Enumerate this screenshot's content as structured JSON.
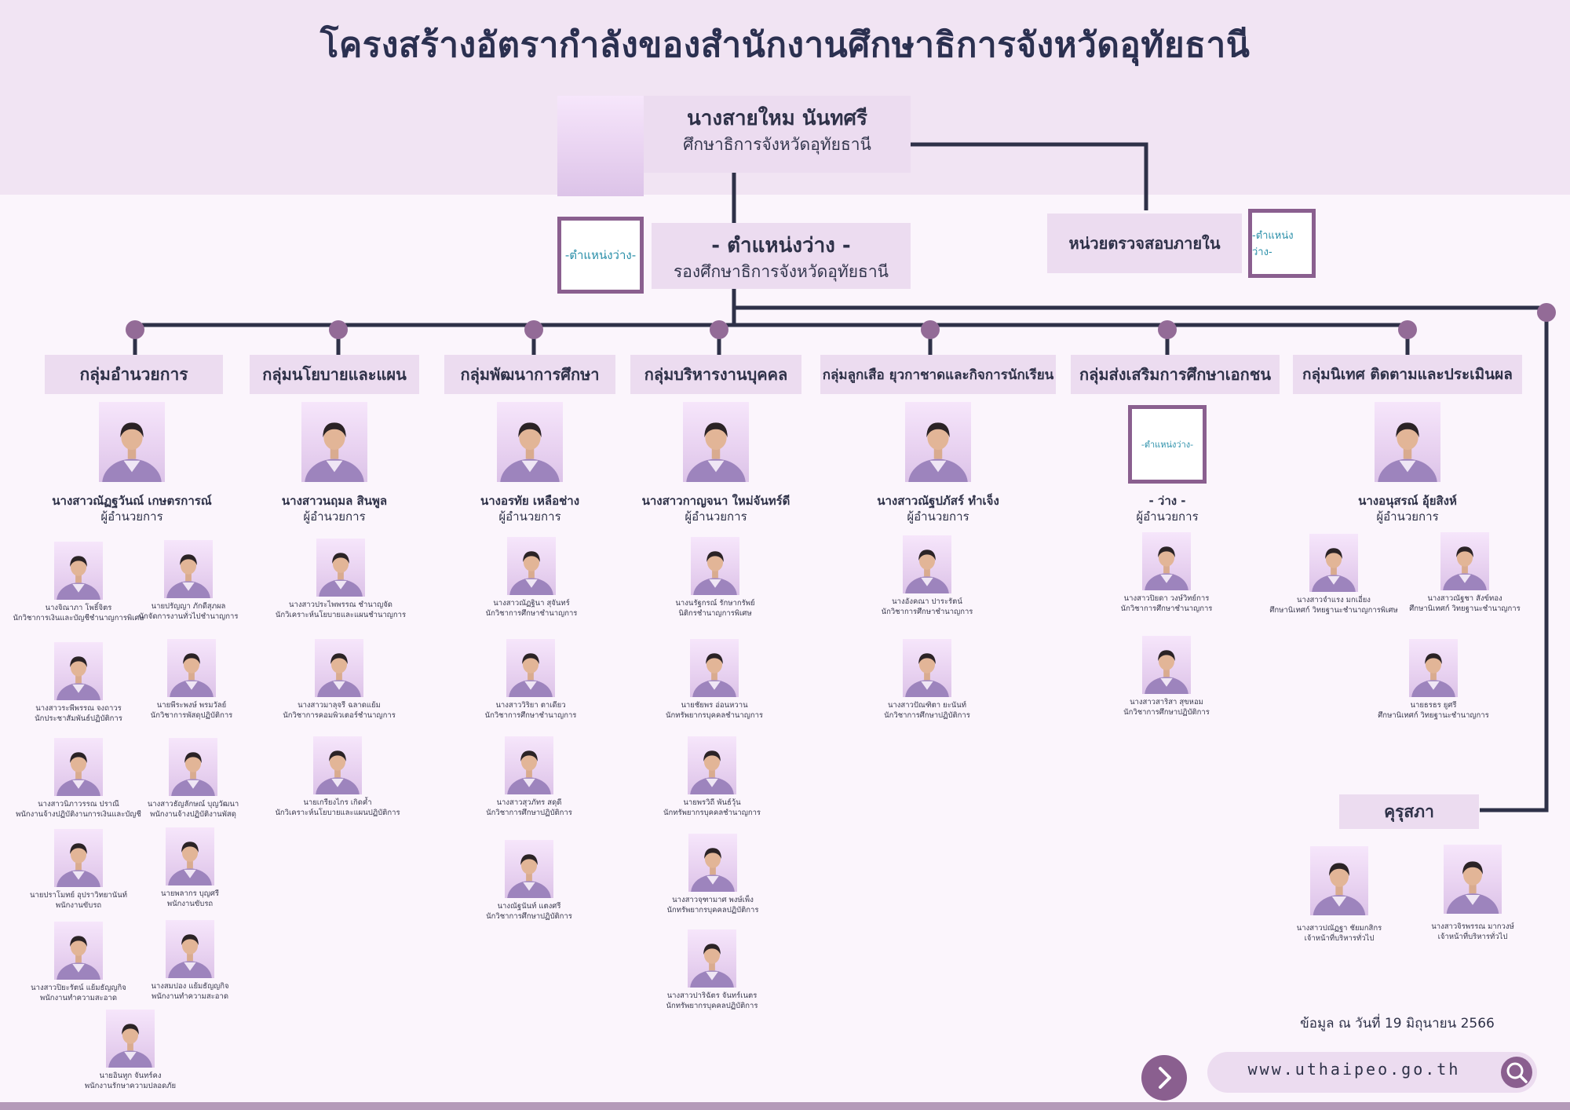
{
  "title": "โครงสร้างอัตรากำลังของสำนักงานศึกษาธิการจังหวัดอุทัยธานี",
  "head": {
    "name": "นางสายใหม นันทศรี",
    "title": "ศึกษาธิการจังหวัดอุทัยธานี"
  },
  "deputy": {
    "name": "- ตำแหน่งว่าง -",
    "title": "รองศึกษาธิการจังหวัดอุทัยธานี",
    "vacant_label": "-ตำแหน่งว่าง-"
  },
  "audit": {
    "label": "หน่วยตรวจสอบภายใน",
    "vacant_label": "-ตำแหน่งว่าง-"
  },
  "groups": [
    {
      "label": "กลุ่มอำนวยการ",
      "leader_name": "นางสาวณัฏฐวันณ์ เกษตรการณ์",
      "leader_role": "ผู้อำนวยการ",
      "staff": [
        {
          "name": "นางจิณาภา โพธิ์จิตร",
          "role": "นักวิชาการเงินและบัญชีชำนาญการพิเศษ"
        },
        {
          "name": "นายปรัญญา ภักดีสุภผล",
          "role": "นักจัดการงานทั่วไปชำนาญการ"
        },
        {
          "name": "นางสาวระพีพรรณ จงถาวร",
          "role": "นักประชาสัมพันธ์ปฏิบัติการ"
        },
        {
          "name": "นายพีระพงษ์ พรมวัลย์",
          "role": "นักวิชาการพัสดุปฏิบัติการ"
        },
        {
          "name": "นางสาวนิภาวรรณ ปราณี",
          "role": "พนักงานจ้างปฏิบัติงานการเงินและบัญชี"
        },
        {
          "name": "นางสาวธัญลักษณ์ บุญวัฒนา",
          "role": "พนักงานจ้างปฏิบัติงานพัสดุ"
        },
        {
          "name": "นายปราโมทย์ อุปราวิทยานันท์",
          "role": "พนักงานขับรถ"
        },
        {
          "name": "นายพลากร บุญศรี",
          "role": "พนักงานขับรถ"
        },
        {
          "name": "นางสาวปิยะรัตน์ แย้มธัญญกิจ",
          "role": "พนักงานทำความสะอาด"
        },
        {
          "name": "นางสมปอง แย้มธัญญกิจ",
          "role": "พนักงานทำความสะอาด"
        },
        {
          "name": "นายอินทูก จันทร์คง",
          "role": "พนักงานรักษาความปลอดภัย"
        }
      ]
    },
    {
      "label": "กลุ่มนโยบายและแผน",
      "leader_name": "นางสาวนฤมล สินพูล",
      "leader_role": "ผู้อำนวยการ",
      "staff": [
        {
          "name": "นางสาวประไพพรรณ ชำนาญจัด",
          "role": "นักวิเคราะห์นโยบายและแผนชำนาญการ"
        },
        {
          "name": "นางสาวมาลุจรี ฉลาดแย้ม",
          "role": "นักวิชาการคอมพิวเตอร์ชำนาญการ"
        },
        {
          "name": "นายเกรียงไกร เกิดค้ำ",
          "role": "นักวิเคราะห์นโยบายและแผนปฏิบัติการ"
        }
      ]
    },
    {
      "label": "กลุ่มพัฒนาการศึกษา",
      "leader_name": "นางอรทัย เหลือช่าง",
      "leader_role": "ผู้อำนวยการ",
      "staff": [
        {
          "name": "นางสาวณัฏฐินา สุจันทร์",
          "role": "นักวิชาการศึกษาชำนาญการ"
        },
        {
          "name": "นางสาววิริยา ตาเดียว",
          "role": "นักวิชาการศึกษาชำนาญการ"
        },
        {
          "name": "นางสาวสุวภัทร สดุดี",
          "role": "นักวิชาการศึกษาปฏิบัติการ"
        },
        {
          "name": "นางณัฐนันท์ แตงศรี",
          "role": "นักวิชาการศึกษาปฏิบัติการ"
        }
      ]
    },
    {
      "label": "กลุ่มบริหารงานบุคคล",
      "leader_name": "นางสาวกาญจนา ใหม่จันทร์ดี",
      "leader_role": "ผู้อำนวยการ",
      "staff": [
        {
          "name": "นางนรัฐกรณ์ รักษากรัพย์",
          "role": "นิติกรชำนาญการพิเศษ"
        },
        {
          "name": "นายชัยพร อ่อนหวาน",
          "role": "นักทรัพยากรบุคคลชำนาญการ"
        },
        {
          "name": "นายพรวิถี พันธ์วุ้น",
          "role": "นักทรัพยากรบุคคลชำนาญการ"
        },
        {
          "name": "นางสาวจุฑามาศ พงษ์เพ็ง",
          "role": "นักทรัพยากรบุคคลปฏิบัติการ"
        },
        {
          "name": "นางสาวปาริฉัตร จันทร์เนตร",
          "role": "นักทรัพยากรบุคคลปฏิบัติการ"
        }
      ]
    },
    {
      "label": "กลุ่มลูกเสือ ยุวกาชาดและกิจการนักเรียน",
      "leader_name": "นางสาวณัฐปภัสร์ ทำเจ็ง",
      "leader_role": "ผู้อำนวยการ",
      "staff": [
        {
          "name": "นางอังคณา ปาระรัตน์",
          "role": "นักวิชาการศึกษาชำนาญการ"
        },
        {
          "name": "นางสาวปัณฑิตา ยะนันท์",
          "role": "นักวิชาการศึกษาปฏิบัติการ"
        }
      ]
    },
    {
      "label": "กลุ่มส่งเสริมการศึกษาเอกชน",
      "leader_name": "- ว่าง -",
      "leader_role": "ผู้อำนวยการ",
      "vacant_label": "-ตำแหน่งว่าง-",
      "staff": [
        {
          "name": "นางสาวปิยดา วงษ์วิทย์การ",
          "role": "นักวิชาการศึกษาชำนาญการ"
        },
        {
          "name": "นางสาวสาริสา สุขหอม",
          "role": "นักวิชาการศึกษาปฏิบัติการ"
        }
      ]
    },
    {
      "label": "กลุ่มนิเทศ ติดตามและประเมินผล",
      "leader_name": "นางอนุสรณ์ อุ้ยสิงห์",
      "leader_role": "ผู้อำนวยการ",
      "staff": [
        {
          "name": "นางสาวจำแรง มกเอี่ยง",
          "role": "ศึกษานิเทศก์ วิทยฐานะชำนาญการพิเศษ"
        },
        {
          "name": "นางสาวณัฐชา สังข์ทอง",
          "role": "ศึกษานิเทศก์ วิทยฐานะชำนาญการ"
        },
        {
          "name": "นายธรธร ยูศรี",
          "role": "ศึกษานิเทศก์ วิทยฐานะชำนาญการ"
        }
      ]
    }
  ],
  "kurusapha": {
    "label": "คุรุสภา",
    "staff": [
      {
        "name": "นางสาวปณัฏฐา ชัยมกสิกร",
        "role": "เจ้าหน้าที่บริหารทั่วไป"
      },
      {
        "name": "นางสาวจิรพรรณ มากวงษ์",
        "role": "เจ้าหน้าที่บริหารทั่วไป"
      }
    ]
  },
  "footer": {
    "date": "ข้อมูล ณ วันที่ 19 มิถุนายน 2566",
    "url": "www.uthaipeo.go.th"
  },
  "icons": {
    "search": "search-icon",
    "next": "chevron-right-icon",
    "person": "person-photo-icon"
  },
  "colors": {
    "accent": "#8a5f8f",
    "line": "#2e3148",
    "box": "#ecdcf0",
    "header_band": "#f1e4f3",
    "vacant_text": "#2a8fa9"
  }
}
